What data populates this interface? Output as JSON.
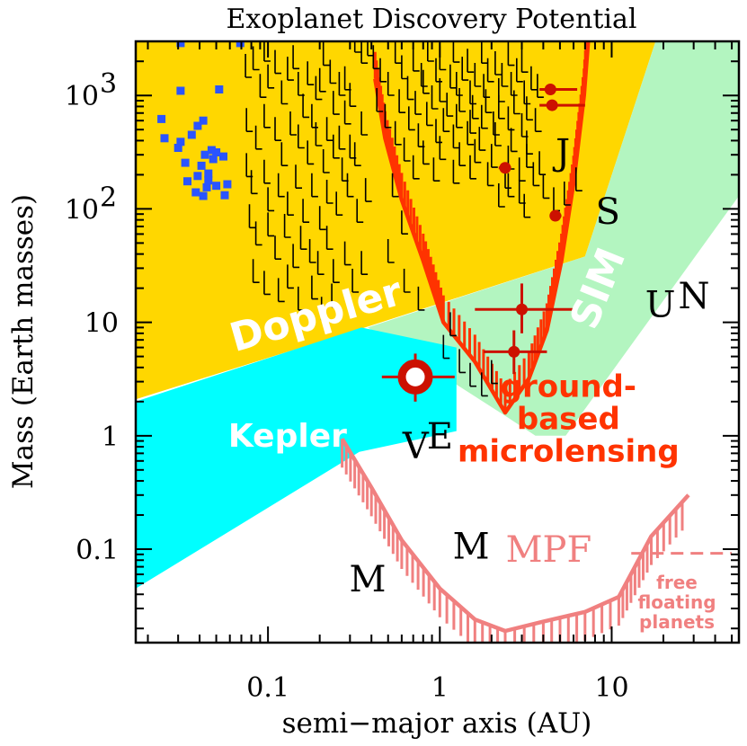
{
  "chart_data": {
    "type": "scatter",
    "title": "Exoplanet Discovery Potential",
    "xlabel": "semi−major axis (AU)",
    "ylabel": "Mass (Earth masses)",
    "x_scale": "log",
    "y_scale": "log",
    "xlim": [
      0.017,
      55
    ],
    "ylim": [
      0.015,
      3000
    ],
    "x_ticks": [
      {
        "value": 0.1,
        "label": "0.1"
      },
      {
        "value": 1,
        "label": "1"
      },
      {
        "value": 10,
        "label": "10"
      }
    ],
    "y_ticks": [
      {
        "value": 0.1,
        "label": "0.1"
      },
      {
        "value": 1,
        "label": "1"
      },
      {
        "value": 10,
        "label": "10"
      },
      {
        "value": 100,
        "label": "10",
        "exp": "2"
      },
      {
        "value": 1000,
        "label": "10",
        "exp": "3"
      }
    ],
    "regions": [
      {
        "name": "Doppler",
        "label": "Doppler",
        "color": "#FFD700",
        "label_at": [
          0.2,
          9
        ],
        "label_rotation": -16,
        "label_color": "#FFFFFF",
        "points": [
          [
            0.017,
            3000
          ],
          [
            18,
            3000
          ],
          [
            7,
            38
          ],
          [
            0.35,
            8.8
          ],
          [
            0.017,
            2.1
          ]
        ]
      },
      {
        "name": "SIM",
        "label": "SIM",
        "color": "#B3F5C0",
        "label_at": [
          9.8,
          18
        ],
        "label_rotation": -68,
        "label_color": "#FFFFFF",
        "points": [
          [
            30,
            3000
          ],
          [
            55,
            3000
          ],
          [
            55,
            130
          ],
          [
            5.4,
            1.0
          ],
          [
            3.6,
            1.0
          ],
          [
            2.4,
            1.5
          ],
          [
            0.38,
            9
          ],
          [
            7,
            38
          ],
          [
            18,
            3000
          ]
        ]
      },
      {
        "name": "Kepler",
        "label": "Kepler",
        "color": "#00FFFF",
        "label_at": [
          0.13,
          0.8
        ],
        "label_rotation": 0,
        "label_color": "#FFFFFF",
        "points": [
          [
            0.017,
            2.0
          ],
          [
            0.35,
            9.0
          ],
          [
            1.25,
            6.0
          ],
          [
            1.25,
            1.1
          ],
          [
            0.34,
            0.72
          ],
          [
            0.017,
            0.045
          ]
        ]
      }
    ],
    "sensitivity_curves": [
      {
        "name": "ground-based microlensing",
        "label": [
          "ground-",
          "based",
          "microlensing"
        ],
        "color": "#FF3300",
        "label_at": [
          5.6,
          2.2
        ],
        "points": [
          [
            0.42,
            1400
          ],
          [
            0.48,
            420
          ],
          [
            0.6,
            120
          ],
          [
            0.8,
            35
          ],
          [
            1.05,
            10
          ],
          [
            1.6,
            4.5
          ],
          [
            2.4,
            1.6
          ],
          [
            3.3,
            3.2
          ],
          [
            4.2,
            8.5
          ],
          [
            5.1,
            35
          ],
          [
            6.0,
            170
          ],
          [
            6.9,
            1000
          ],
          [
            7.3,
            3000
          ]
        ]
      },
      {
        "name": "MPF",
        "label": "MPF",
        "color": "#F08080",
        "label_at": [
          4.3,
          0.1
        ],
        "points": [
          [
            0.27,
            0.94
          ],
          [
            0.4,
            0.35
          ],
          [
            0.6,
            0.12
          ],
          [
            1.0,
            0.045
          ],
          [
            1.6,
            0.024
          ],
          [
            2.4,
            0.019
          ],
          [
            4.0,
            0.023
          ],
          [
            7.0,
            0.028
          ],
          [
            11.0,
            0.038
          ],
          [
            17.0,
            0.13
          ],
          [
            28.0,
            0.3
          ]
        ]
      }
    ],
    "free_floating_label": [
      "free",
      "floating",
      "planets"
    ],
    "free_floating_line": {
      "x1": 13,
      "x2": 50,
      "y": 0.092
    },
    "hot_neptunes": {
      "color": "#2A54FF",
      "points": [
        [
          0.031,
          2900
        ],
        [
          0.069,
          2900
        ],
        [
          0.031,
          1100
        ],
        [
          0.052,
          1130
        ],
        [
          0.024,
          620
        ],
        [
          0.042,
          600
        ],
        [
          0.039,
          540
        ],
        [
          0.036,
          450
        ],
        [
          0.025,
          420
        ],
        [
          0.031,
          390
        ],
        [
          0.03,
          345
        ],
        [
          0.047,
          330
        ],
        [
          0.05,
          315
        ],
        [
          0.043,
          300
        ],
        [
          0.055,
          290
        ],
        [
          0.048,
          275
        ],
        [
          0.033,
          255
        ],
        [
          0.041,
          240
        ],
        [
          0.045,
          205
        ],
        [
          0.039,
          195
        ],
        [
          0.045,
          178
        ],
        [
          0.034,
          175
        ],
        [
          0.044,
          155
        ],
        [
          0.058,
          165
        ],
        [
          0.05,
          160
        ],
        [
          0.038,
          140
        ],
        [
          0.056,
          132
        ],
        [
          0.042,
          130
        ]
      ]
    },
    "doppler_planets": {
      "color": "#000000",
      "points": [
        [
          0.41,
          2150
        ],
        [
          0.55,
          2400
        ],
        [
          0.7,
          2050
        ],
        [
          0.85,
          2500
        ],
        [
          1.0,
          2100
        ],
        [
          1.2,
          2450
        ],
        [
          1.45,
          2000
        ],
        [
          1.75,
          2400
        ],
        [
          2.1,
          1900
        ],
        [
          2.5,
          2300
        ],
        [
          3.0,
          2000
        ],
        [
          0.45,
          1650
        ],
        [
          0.6,
          1750
        ],
        [
          0.78,
          1500
        ],
        [
          0.95,
          1650
        ],
        [
          1.15,
          1450
        ],
        [
          1.35,
          1700
        ],
        [
          1.6,
          1500
        ],
        [
          1.9,
          1650
        ],
        [
          2.3,
          1500
        ],
        [
          2.8,
          1650
        ],
        [
          3.4,
          1400
        ],
        [
          0.5,
          1250
        ],
        [
          0.65,
          1150
        ],
        [
          0.8,
          1300
        ],
        [
          1.0,
          1100
        ],
        [
          1.25,
          1250
        ],
        [
          1.5,
          1050
        ],
        [
          1.8,
          1200
        ],
        [
          2.2,
          1100
        ],
        [
          2.6,
          1250
        ],
        [
          3.1,
          1050
        ],
        [
          3.7,
          1200
        ],
        [
          0.43,
          900
        ],
        [
          0.58,
          880
        ],
        [
          0.72,
          850
        ],
        [
          0.9,
          950
        ],
        [
          1.1,
          820
        ],
        [
          1.3,
          900
        ],
        [
          1.55,
          780
        ],
        [
          1.85,
          880
        ],
        [
          2.2,
          780
        ],
        [
          2.7,
          860
        ],
        [
          3.2,
          760
        ],
        [
          0.48,
          650
        ],
        [
          0.66,
          620
        ],
        [
          0.84,
          680
        ],
        [
          1.05,
          600
        ],
        [
          1.25,
          650
        ],
        [
          1.5,
          580
        ],
        [
          1.75,
          640
        ],
        [
          2.05,
          560
        ],
        [
          2.5,
          620
        ],
        [
          3.0,
          540
        ],
        [
          3.6,
          600
        ],
        [
          0.55,
          460
        ],
        [
          0.75,
          440
        ],
        [
          0.95,
          480
        ],
        [
          1.2,
          430
        ],
        [
          1.45,
          460
        ],
        [
          1.7,
          410
        ],
        [
          2.1,
          450
        ],
        [
          2.6,
          400
        ],
        [
          3.2,
          380
        ],
        [
          0.62,
          330
        ],
        [
          0.8,
          310
        ],
        [
          1.0,
          340
        ],
        [
          1.3,
          300
        ],
        [
          1.6,
          320
        ],
        [
          2.0,
          290
        ],
        [
          2.5,
          280
        ],
        [
          3.8,
          250
        ],
        [
          0.7,
          230
        ],
        [
          0.92,
          220
        ],
        [
          1.2,
          210
        ],
        [
          1.5,
          230
        ],
        [
          1.9,
          200
        ],
        [
          2.4,
          190
        ],
        [
          0.32,
          3000
        ],
        [
          0.35,
          2400
        ],
        [
          0.38,
          2800
        ],
        [
          0.28,
          1400
        ],
        [
          0.3,
          1000
        ],
        [
          0.26,
          420
        ],
        [
          0.32,
          300
        ],
        [
          0.35,
          560
        ],
        [
          0.074,
          1800
        ],
        [
          0.082,
          2100
        ],
        [
          0.09,
          1200
        ],
        [
          0.095,
          2500
        ],
        [
          0.1,
          1450
        ],
        [
          0.11,
          1950
        ],
        [
          0.12,
          1050
        ],
        [
          0.13,
          1700
        ],
        [
          0.14,
          2150
        ],
        [
          0.15,
          1250
        ],
        [
          0.16,
          800
        ],
        [
          0.17,
          1550
        ],
        [
          0.18,
          650
        ],
        [
          0.19,
          1150
        ],
        [
          0.2,
          1350
        ],
        [
          0.21,
          2300
        ],
        [
          0.22,
          500
        ],
        [
          0.23,
          1600
        ],
        [
          0.24,
          850
        ],
        [
          0.26,
          1250
        ],
        [
          0.28,
          700
        ],
        [
          0.3,
          350
        ],
        [
          0.075,
          600
        ],
        [
          0.085,
          420
        ],
        [
          0.095,
          650
        ],
        [
          0.11,
          500
        ],
        [
          0.12,
          300
        ],
        [
          0.135,
          560
        ],
        [
          0.15,
          430
        ],
        [
          0.17,
          310
        ],
        [
          0.19,
          450
        ],
        [
          0.21,
          260
        ],
        [
          0.24,
          350
        ],
        [
          0.27,
          220
        ],
        [
          0.075,
          240
        ],
        [
          0.08,
          170
        ],
        [
          0.095,
          210
        ],
        [
          0.1,
          120
        ],
        [
          0.115,
          160
        ],
        [
          0.13,
          110
        ],
        [
          0.145,
          190
        ],
        [
          0.16,
          95
        ],
        [
          0.18,
          160
        ],
        [
          0.2,
          82
        ],
        [
          0.22,
          140
        ],
        [
          0.25,
          110
        ],
        [
          0.29,
          160
        ],
        [
          0.33,
          95
        ],
        [
          0.37,
          145
        ],
        [
          0.078,
          85
        ],
        [
          0.085,
          60
        ],
        [
          0.1,
          72
        ],
        [
          0.11,
          45
        ],
        [
          0.125,
          70
        ],
        [
          0.14,
          38
        ],
        [
          0.155,
          55
        ],
        [
          0.175,
          42
        ],
        [
          0.195,
          33
        ],
        [
          0.22,
          55
        ],
        [
          0.24,
          28
        ],
        [
          0.28,
          40
        ],
        [
          0.31,
          23
        ],
        [
          0.35,
          33
        ],
        [
          0.082,
          28
        ],
        [
          0.095,
          22
        ],
        [
          0.115,
          19
        ],
        [
          0.13,
          25
        ],
        [
          0.15,
          16
        ],
        [
          0.18,
          20
        ],
        [
          0.205,
          13
        ],
        [
          0.235,
          17
        ],
        [
          0.53,
          160
        ],
        [
          0.6,
          75
        ],
        [
          0.5,
          42
        ],
        [
          0.62,
          23
        ],
        [
          0.75,
          16
        ],
        [
          1.15,
          9.5
        ],
        [
          1.05,
          6.0
        ],
        [
          1.3,
          4.5
        ],
        [
          1.5,
          3.4
        ],
        [
          1.75,
          2.8
        ],
        [
          2.0,
          3.6
        ],
        [
          2.2,
          130
        ],
        [
          2.5,
          160
        ],
        [
          2.9,
          140
        ],
        [
          3.1,
          105
        ],
        [
          3.5,
          200
        ],
        [
          4.0,
          155
        ],
        [
          4.6,
          120
        ],
        [
          5.3,
          135
        ],
        [
          6.2,
          180
        ],
        [
          2.9,
          220
        ],
        [
          3.2,
          290
        ]
      ]
    },
    "microlensing_planets": {
      "color": "#CC1100",
      "points": [
        {
          "x": 4.4,
          "y": 1130,
          "xerr": [
            0.6,
            1.9
          ]
        },
        {
          "x": 4.5,
          "y": 820,
          "xerr": [
            0.7,
            2.5
          ]
        },
        {
          "x": 2.4,
          "y": 230,
          "xerr": [
            0.2,
            0.2
          ]
        },
        {
          "x": 4.7,
          "y": 87,
          "xerr": [
            0.3,
            0.4
          ]
        },
        {
          "x": 3.0,
          "y": 13,
          "xerr": [
            1.4,
            3.0
          ],
          "yerr": [
            5,
            9
          ]
        },
        {
          "x": 2.7,
          "y": 5.5,
          "xerr": [
            0.9,
            1.5
          ],
          "yerr": [
            2,
            3
          ]
        }
      ]
    },
    "highlight_planet": {
      "x": 0.72,
      "y": 3.3,
      "color": "#CC1100",
      "xerr": [
        0.26,
        0.5
      ],
      "yerr": [
        1.3,
        2.0
      ]
    },
    "solar_system": [
      {
        "label": "V",
        "x": 0.723,
        "y": 0.815
      },
      {
        "label": "E",
        "x": 1.0,
        "y": 1.0
      },
      {
        "label": "M",
        "x": 0.38,
        "y": 0.055
      },
      {
        "label": "M",
        "x": 1.52,
        "y": 0.107
      },
      {
        "label": "J",
        "x": 5.2,
        "y": 318
      },
      {
        "label": "S",
        "x": 9.5,
        "y": 95
      },
      {
        "label": "U",
        "x": 19.2,
        "y": 14.5
      },
      {
        "label": "N",
        "x": 30.1,
        "y": 17.1
      }
    ],
    "grid": false,
    "legend": "none"
  }
}
